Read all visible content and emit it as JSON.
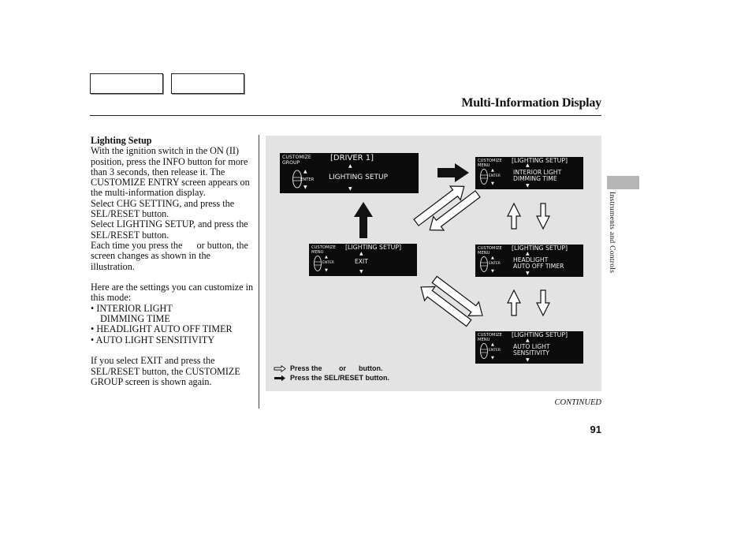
{
  "header": {
    "title": "Multi-Information Display"
  },
  "text": {
    "heading": "Lighting Setup",
    "para1": "With the ignition switch in the ON (II) position, press the INFO button for more than 3 seconds, then release it. The CUSTOMIZE ENTRY screen appears on the multi-information display.",
    "para2": "Select CHG SETTING, and press the SEL/RESET button.",
    "para3": "Select LIGHTING SETUP, and press the SEL/RESET button.",
    "para4a": "Each time you press the",
    "para4b": "or",
    "para4c": "button, the screen changes as shown in the illustration.",
    "para5": "Here are the settings you can customize in this mode:",
    "bullets": [
      {
        "line1": "INTERIOR LIGHT",
        "line2": "DIMMING TIME"
      },
      {
        "line1": "HEADLIGHT AUTO OFF TIMER",
        "line2": ""
      },
      {
        "line1": "AUTO LIGHT SENSITIVITY",
        "line2": ""
      }
    ],
    "para6": "If you select EXIT and press the SEL/RESET button, the CUSTOMIZE GROUP screen is shown again."
  },
  "screens": {
    "driver": {
      "label": "CUSTOMIZE\nGROUP",
      "enter": "ENTER",
      "header": "[DRIVER 1]",
      "body": "LIGHTING SETUP"
    },
    "exit": {
      "label": "CUSTOMIZE\nMENU",
      "enter": "ENTER",
      "header": "[LIGHTING SETUP]",
      "body": "EXIT"
    },
    "interior": {
      "label": "CUSTOMIZE\nMENU",
      "enter": "ENTER",
      "header": "[LIGHTING SETUP]",
      "body": "INTERIOR LIGHT\nDIMMING TIME"
    },
    "headlight": {
      "label": "CUSTOMIZE\nMENU",
      "enter": "ENTER",
      "header": "[LIGHTING SETUP]",
      "body": "HEADLIGHT\nAUTO OFF TIMER"
    },
    "autolight": {
      "label": "CUSTOMIZE\nMENU",
      "enter": "ENTER",
      "header": "[LIGHTING SETUP]",
      "body": "AUTO LIGHT\nSENSITIVITY"
    }
  },
  "legend": {
    "press_prefix": "Press the",
    "press_or": "or",
    "press_suffix": "button.",
    "sel": "Press the SEL/RESET button."
  },
  "footer": {
    "continued": "CONTINUED",
    "page_number": "91"
  },
  "side_label": "Instruments and Controls"
}
